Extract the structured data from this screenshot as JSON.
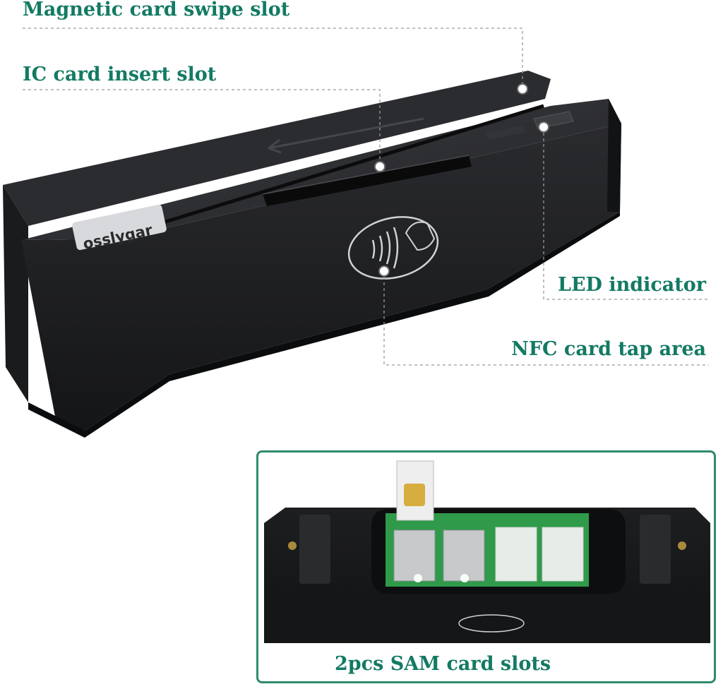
{
  "labels": {
    "swipe": "Magnetic card swipe slot",
    "ic": "IC card insert slot",
    "led": "LED indicator",
    "nfc": "NFC card tap area",
    "sam": "2pcs SAM card slots"
  },
  "product": {
    "logo": "osslygar"
  },
  "colors": {
    "label_text": "#137a63",
    "inset_border": "#2e8b6b",
    "device_body": "#1e1f21",
    "pcb": "#2f9a4a"
  }
}
